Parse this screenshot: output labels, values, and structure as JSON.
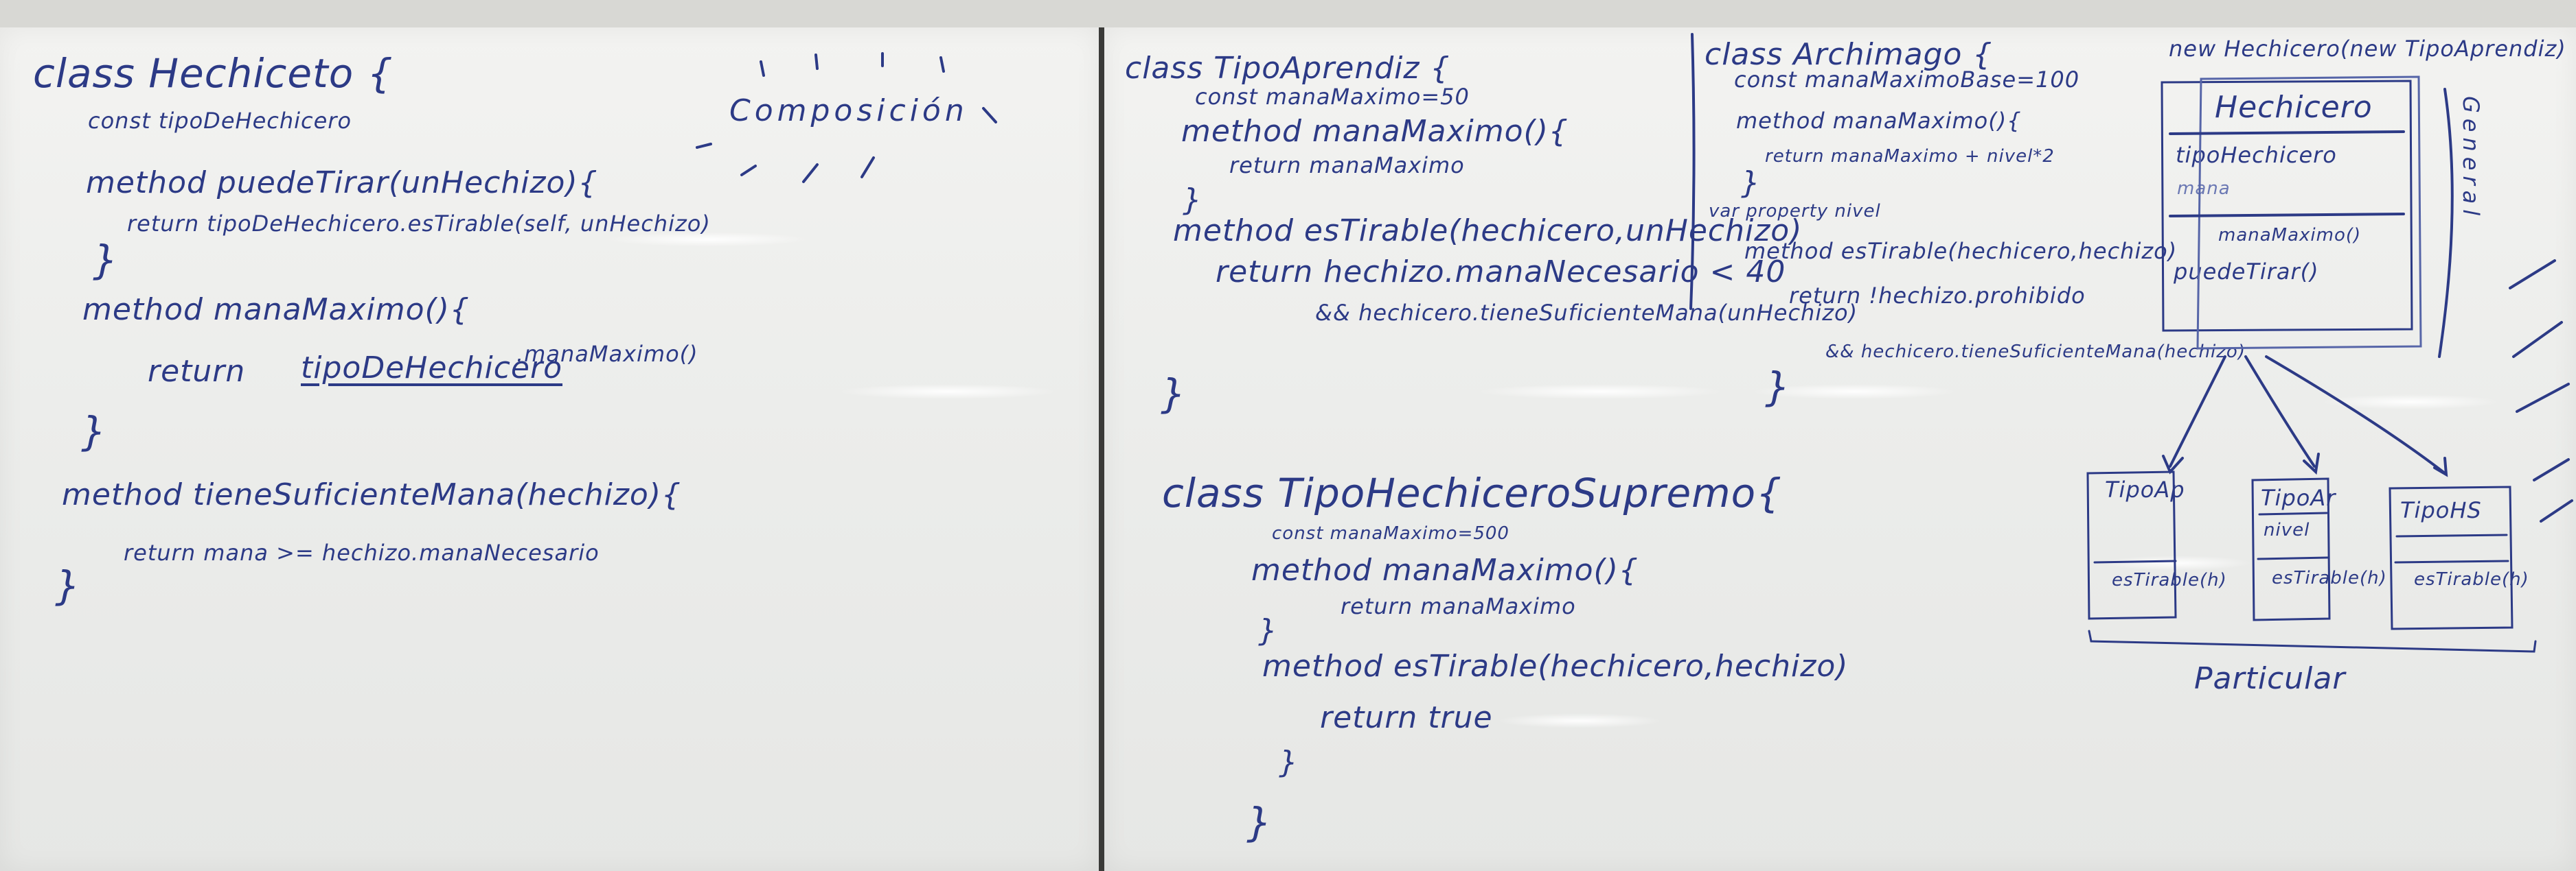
{
  "board_left": {
    "l1": "class Hechiceto {",
    "l2": "const tipoDeHechicero",
    "l3": "method puedeTirar(unHechizo){",
    "l4": "return tipoDeHechicero.esTirable(self, unHechizo)",
    "l5": "}",
    "l6": "method manaMaximo(){",
    "l7a": "return",
    "l7b": "tipoDeHechicero",
    "l7c": ".manaMaximo()",
    "l8": "}",
    "l9": "method tieneSuficienteMana(hechizo){",
    "l10": "return mana >= hechizo.manaNecesario",
    "l11": "}",
    "composition": "Composición"
  },
  "board_middle": {
    "a1": "class TipoAprendiz {",
    "a2": "const manaMaximo=50",
    "a3": "method manaMaximo(){",
    "a4": "return manaMaximo",
    "a5": "}",
    "a6": "method esTirable(hechicero,unHechizo)",
    "a7": "return hechizo.manaNecesario < 40",
    "a8": "&& hechicero.tieneSuficienteMana(unHechizo)",
    "a9": "}",
    "s1": "class TipoHechiceroSupremo{",
    "s2": "const manaMaximo=500",
    "s3": "method manaMaximo(){",
    "s4": "return manaMaximo",
    "s5": "}",
    "s6": "method esTirable(hechicero,hechizo)",
    "s7": "return true",
    "s8": "}",
    "s9": "}"
  },
  "board_right": {
    "r1": "class Archimago {",
    "r2": "const manaMaximoBase=100",
    "r3": "method manaMaximo(){",
    "r4": "return manaMaximo + nivel*2",
    "r5": "}",
    "r6": "var property nivel",
    "r7": "method esTirable(hechicero,hechizo)",
    "r8": "return !hechizo.prohibido",
    "r9": "&& hechicero.tieneSuficienteMana(hechizo)",
    "r10": "}"
  },
  "diagram": {
    "new_label": "new Hechicero(new TipoAprendiz)",
    "main_box_title": "Hechicero",
    "main_attr1": "tipoHechicero",
    "main_attr2": "mana",
    "main_method1": "manaMaximo()",
    "main_method2": "puedeTirar()",
    "side_label": "General",
    "box1_title": "TipoAp",
    "box1_method": "esTirable(h)",
    "box2_title": "TipoAr",
    "box2_attr": "nivel",
    "box2_method": "esTirable(h)",
    "box3_title": "TipoHS",
    "box3_method": "esTirable(h)",
    "bottom_label": "Particular"
  }
}
